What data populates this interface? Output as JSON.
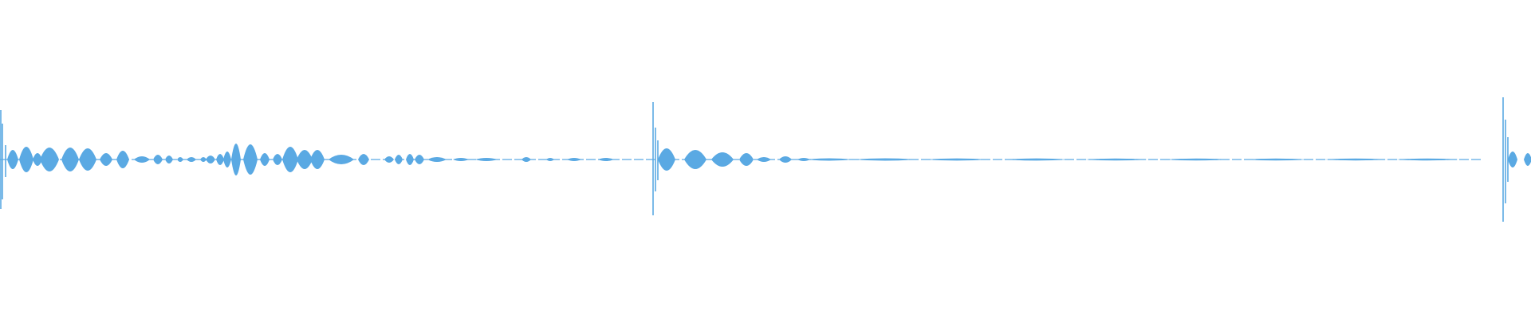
{
  "waveform": {
    "color": "#5aa9e3",
    "background": "#ffffff",
    "duration_fraction_markers": [
      0.0,
      0.426,
      0.982
    ]
  }
}
